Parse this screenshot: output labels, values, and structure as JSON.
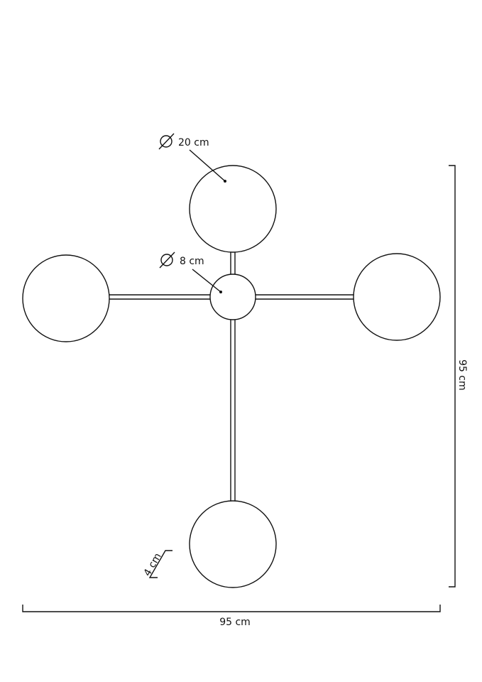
{
  "title": "Pendant lamp dimension drawing",
  "labels": {
    "globe_diameter": "20 cm",
    "hub_diameter": "8 cm",
    "height": "95 cm",
    "width": "95 cm",
    "rod_offset": "4 cm"
  },
  "icons": {
    "diameter": "diameter-symbol-icon"
  },
  "colors": {
    "line": "#111111",
    "background": "#ffffff"
  }
}
